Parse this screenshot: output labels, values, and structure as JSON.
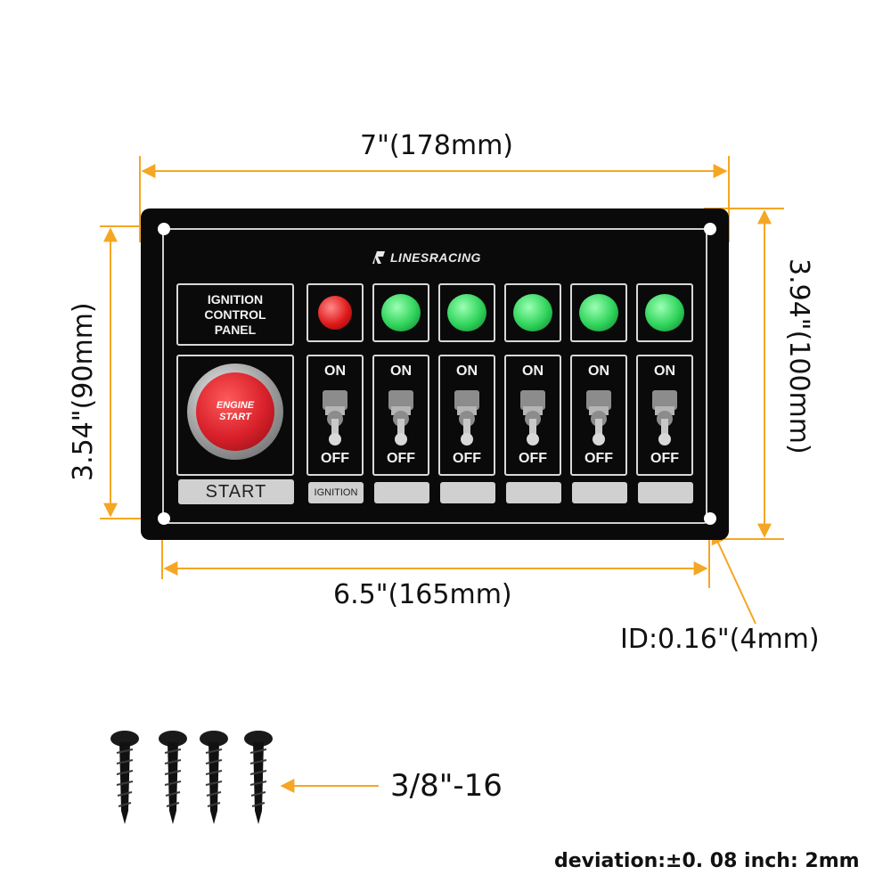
{
  "dimensions": {
    "width_label": "7\"(178mm)",
    "height_label": "3.94\"(100mm)",
    "hole_height_label": "3.54\"(90mm)",
    "hole_width_label": "6.5\"(165mm)",
    "hole_id_label": "ID:0.16\"(4mm)",
    "screw_label": "3/8\"-16",
    "deviation_label": "deviation:±0. 08 inch: 2mm"
  },
  "panel": {
    "brand": "LINESRACING",
    "title": "IGNITION\nCONTROL\nPANEL",
    "button_text": "ENGINE\nSTART",
    "start_label": "START",
    "ignition_label": "IGNITION",
    "on_label": "ON",
    "off_label": "OFF",
    "lamps": [
      "red",
      "green",
      "green",
      "green",
      "green",
      "green"
    ]
  },
  "colors": {
    "dimension_line": "#f5a623",
    "panel": "#0a0a0a",
    "red_lamp": "#e01a1a",
    "green_lamp": "#2fd35a",
    "start_button": "#d8202a"
  }
}
